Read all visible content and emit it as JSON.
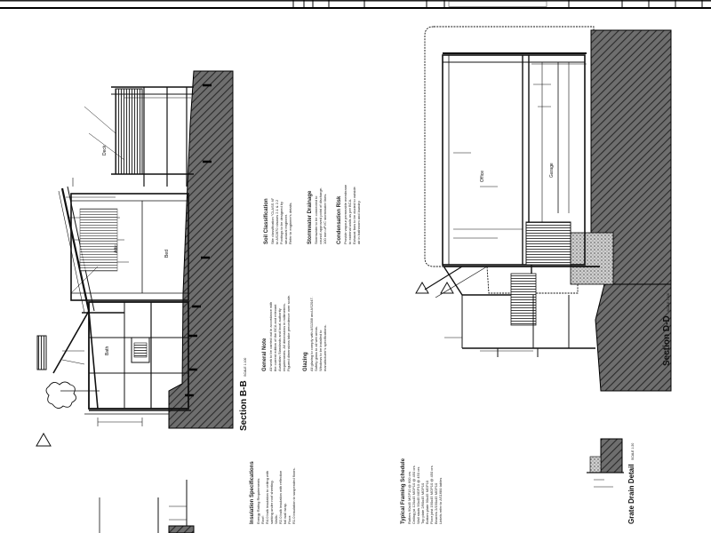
{
  "sections": {
    "b": {
      "title": "Section B-B",
      "scale": "SCALE 1:100"
    },
    "d": {
      "title": "Section D-D",
      "scale": "SCALE 1:100"
    }
  },
  "rooms": {
    "deck": "Deck",
    "bed": "Bed",
    "bath": "Bath",
    "attic": "Attic",
    "office": "Office",
    "garage": "Garage"
  },
  "notes": {
    "soil": {
      "title": "Soil Classification",
      "lines": [
        "Site classification \"CLASS M\"",
        "to AS2870 clauses 2.1 & 2.2",
        "Footings to be designed by",
        "structural engineer.",
        "Refer to engineer's details."
      ]
    },
    "stormwater": {
      "title": "Stormwater Drainage",
      "lines": [
        "Stormwater to be connected to",
        "council approved point of discharge.",
        "100 mm uPVC stormwater lines."
      ]
    },
    "condensation": {
      "title": "Condensation Risk",
      "lines": [
        "Provide vapour permeable membrane",
        "to external walls as per BCA.",
        "Exhaust fans to be ducted to outside",
        "air in bathroom and laundry."
      ]
    },
    "general": {
      "title": "General Note",
      "lines": [
        "All work to be carried out in accordance with",
        "the current edition of the BCA and relevant",
        "Australian Standards and local authority",
        "requirements. All dimensions in millimetres.",
        "Figured dimensions take precedence over scale."
      ]
    },
    "glazing": {
      "title": "Glazing",
      "lines": [
        "All glazing to comply with AS1288 and AS2047.",
        "Safety glass to all wet areas.",
        "Windows to be installed to",
        "manufacturer's specifications."
      ]
    },
    "insulation": {
      "title": "Insulation Specifications",
      "subtitle": "Energy Rating Requirements",
      "lines": [
        "Roof:",
        "R4.0 bulk insulation to ceiling with",
        "sarking under roof sheeting.",
        "Walls:",
        "R2.0 bulk insulation with reflective",
        "foil wall wrap.",
        "Floor:",
        "R1.0 insulation to suspended floors."
      ]
    }
  },
  "framing": {
    "title": "Typical Framing Schedule",
    "rows": [
      "Rafters      90x45 MGP10 @ 600 crs",
      "Ceiling jst  120x45 MGP10 @ 450 crs",
      "Wall studs   90x45 MGP10 @ 450 crs",
      "Top plate    2/90x45 MGP10",
      "Bottom plate 90x45 MGP10",
      "Floor joist  190x45 MGP10 @ 450 crs",
      "Bearers      2/190x45 MGP10",
      "Lintels      refer to AS1684 tables"
    ]
  },
  "grate": {
    "title": "Grate Drain Detail",
    "scale": "SCALE 1:20"
  }
}
